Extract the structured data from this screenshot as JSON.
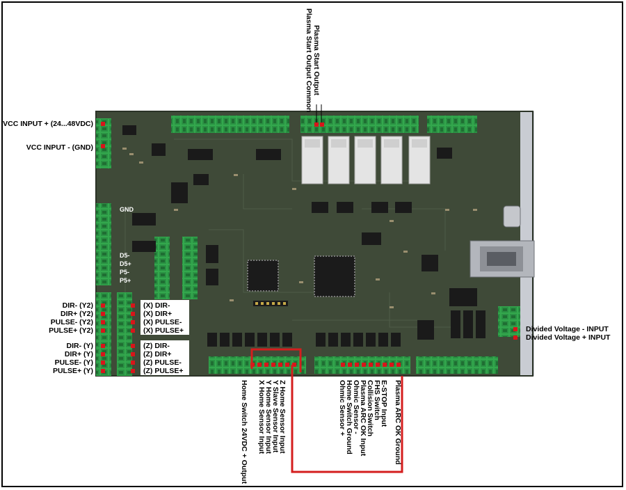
{
  "top_labels": [
    "Plasma Start Output Common",
    "Plasma Start Output"
  ],
  "left_labels": {
    "vcc_pos": "VCC INPUT + (24...48VDC)",
    "vcc_neg": "VCC INPUT - (GND)"
  },
  "y2_labels": [
    "DIR-  (Y2)",
    "DIR+  (Y2)",
    "PULSE- (Y2)",
    "PULSE+ (Y2)"
  ],
  "y_labels": [
    "DIR-  (Y)",
    "DIR+  (Y)",
    "PULSE- (Y)",
    "PULSE+ (Y)"
  ],
  "x_labels": [
    "(X) DIR-",
    "(X) DIR+",
    "(X) PULSE-",
    "(X) PULSE+"
  ],
  "z_labels": [
    "(Z) DIR-",
    "(Z) DIR+",
    "(Z) PULSE-",
    "(Z) PULSE+"
  ],
  "right_labels": [
    "Divided Voltage - INPUT",
    "Divided Voltage + INPUT"
  ],
  "bottom_left_labels": [
    "Z Home Sensor Input",
    "Y Slave Sensor Input",
    "Y Home Sensor Input",
    "X Home Sensor Input"
  ],
  "bottom_left_extra": "Home Switch 24VDC + Output",
  "bottom_right_labels": [
    "Plasma ARC OK Ground",
    "E-STOP Input",
    "FHS Switch",
    "Collision Switch",
    "Plasma ARC OK Input",
    "Ohmic Sensor -",
    "Home Switch Ground",
    "Ohmic Sensor +"
  ],
  "silkscreen": [
    "GND",
    "D5-",
    "D5+",
    "P5-",
    "P5+"
  ],
  "colors": {
    "pcb": "#3f4a38",
    "terminal": "#2fa14a",
    "pin_marker": "#d8151a",
    "highlight_line": "#d41e1e",
    "relay": "#e2e2e2",
    "ic": "#1a1a1a"
  }
}
